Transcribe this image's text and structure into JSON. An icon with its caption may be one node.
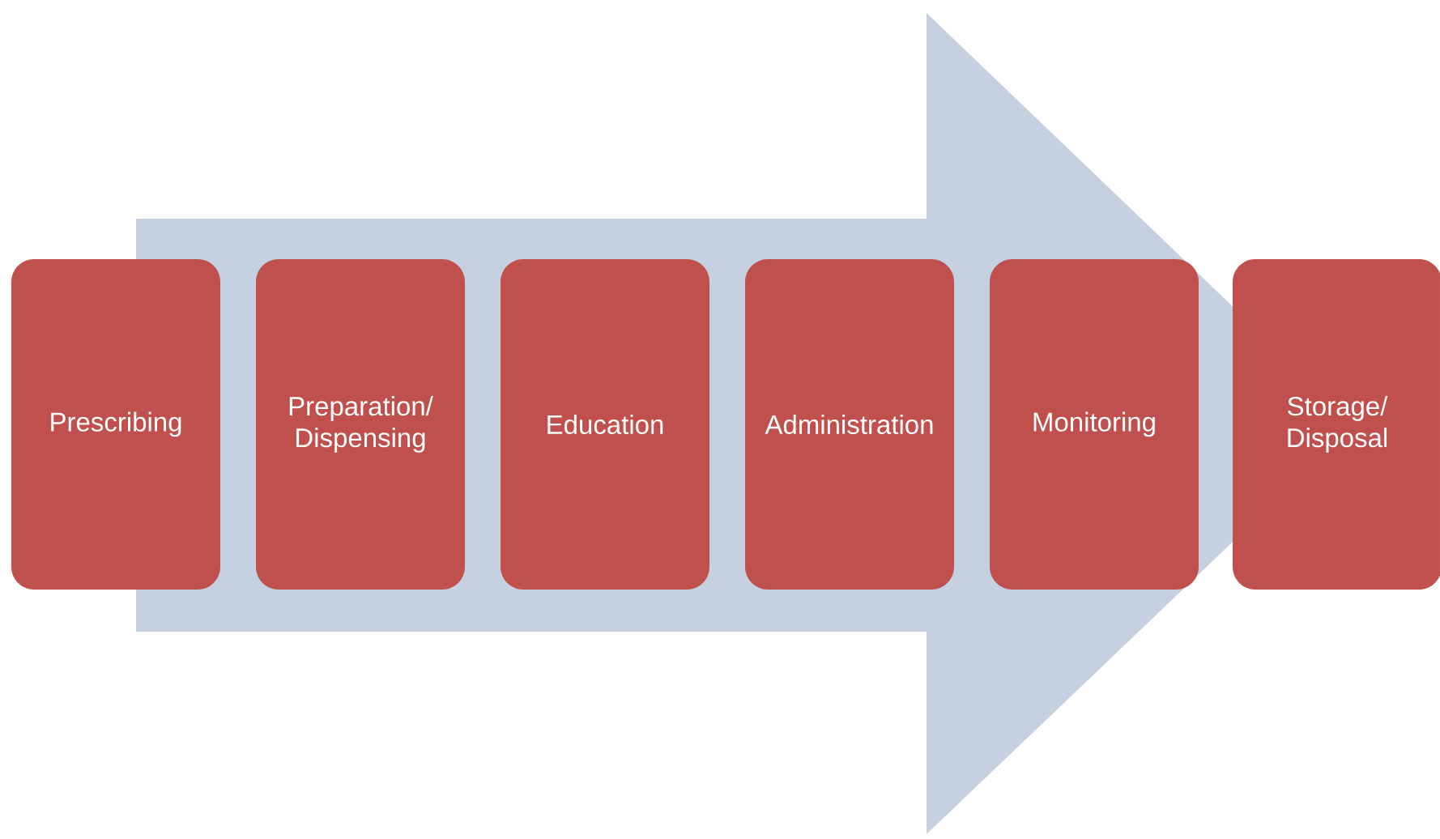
{
  "diagram": {
    "nodes": [
      {
        "text": [
          "Prescribing"
        ]
      },
      {
        "text": [
          "Preparation/ Dispensing"
        ]
      },
      {
        "text": [
          "Education"
        ]
      },
      {
        "text": [
          "Administration"
        ]
      },
      {
        "text": [
          "Monitoring"
        ]
      },
      {
        "text": [
          "Storage/ Disposal"
        ]
      }
    ],
    "edges": [
      {
        "from": 0,
        "to": 5,
        "arrow": "to"
      }
    ]
  }
}
